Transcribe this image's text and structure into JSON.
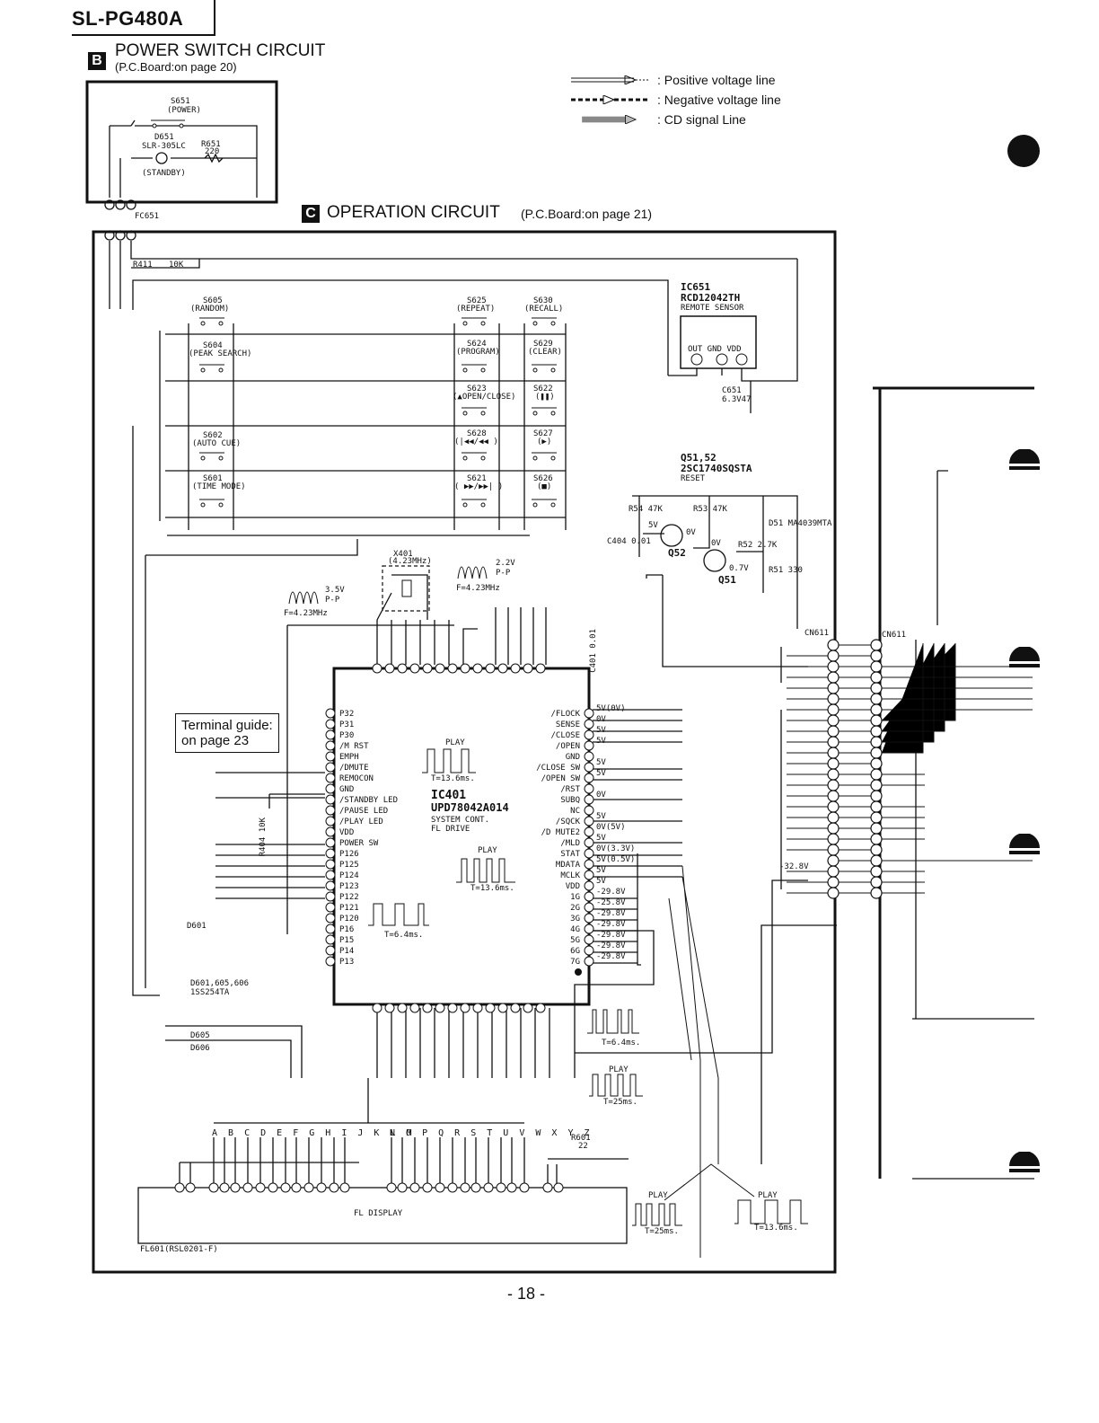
{
  "header": {
    "model": "SL-PG480A"
  },
  "section_b": {
    "badge": "B",
    "title": "POWER SWITCH CIRCUIT",
    "subtitle": "(P.C.Board:on page 20)",
    "s651": "S651",
    "s651_name": "(POWER)",
    "d651": "D651",
    "d651_part": "SLR-305LC",
    "r651": "R651",
    "r651_val": "220",
    "standby": "(STANDBY)",
    "fc651": "FC651"
  },
  "legend": [
    {
      "label": ": Positive voltage line",
      "style": "positive"
    },
    {
      "label": ": Negative voltage line",
      "style": "negative"
    },
    {
      "label": ": CD signal Line",
      "style": "cd"
    }
  ],
  "section_c": {
    "badge": "C",
    "title": "OPERATION CIRCUIT",
    "subtitle": "(P.C.Board:on page 21)"
  },
  "r411": {
    "name": "R411",
    "value": "10K"
  },
  "switches": [
    {
      "ref": "S605",
      "name": "(RANDOM)"
    },
    {
      "ref": "S604",
      "name": "(PEAK SEARCH)"
    },
    {
      "ref": "S602",
      "name": "(AUTO CUE)"
    },
    {
      "ref": "S601",
      "name": "(TIME MODE)"
    },
    {
      "ref": "S625",
      "name": "(REPEAT)"
    },
    {
      "ref": "S624",
      "name": "(PROGRAM)"
    },
    {
      "ref": "S623",
      "name": "(▲OPEN/CLOSE)"
    },
    {
      "ref": "S628",
      "name": "(|◀◀/◀◀ )"
    },
    {
      "ref": "S621",
      "name": "( ▶▶/▶▶| )"
    },
    {
      "ref": "S630",
      "name": "(RECALL)"
    },
    {
      "ref": "S629",
      "name": "(CLEAR)"
    },
    {
      "ref": "S622",
      "name": "(❚❚)"
    },
    {
      "ref": "S627",
      "name": "(▶)"
    },
    {
      "ref": "S626",
      "name": "(■)"
    }
  ],
  "ic651": {
    "ref": "IC651",
    "part": "RCD12042TH",
    "desc": "REMOTE SENSOR",
    "pins": "OUT GND VDD",
    "c651": "C651",
    "c651_val": "6.3V47"
  },
  "q51": {
    "ref": "Q51,52",
    "part": "2SC1740SQSTA",
    "desc": "RESET",
    "r54": "R54 47K",
    "r53": "R53 47K",
    "d51": "D51 MA4039MTA",
    "c404": "C404 0.01",
    "r52": "R52 2.7K",
    "r51": "R51 330",
    "q52_label": "Q52",
    "q51_label": "Q51",
    "v_5": "5V",
    "v_0": "0V",
    "v_07": "0.7V"
  },
  "x401": {
    "ref": "X401",
    "freq": "(4.23MHz)",
    "wave_l": "3.5V P-P",
    "f_l": "F=4.23MHz",
    "wave_r": "2.2V P-P",
    "f_r": "F=4.23MHz"
  },
  "ic401": {
    "ref": "IC401",
    "part": "UPD78042A014",
    "desc1": "SYSTEM CONT.",
    "desc2": "FL DRIVE",
    "play_top": "PLAY",
    "play_mid": "PLAY",
    "t1": "T=13.6ms.",
    "t2": "T=13.6ms.",
    "t3": "T=6.4ms.",
    "c401": "C401 0.01"
  },
  "terminal_guide": {
    "line1": "Terminal guide:",
    "line2": "on page 23"
  },
  "left_pins": [
    "P32",
    "P31",
    "P30",
    "/M RST",
    "EMPH",
    "/DMUTE",
    "REMOCON",
    "GND",
    "/STANDBY LED",
    "/PAUSE LED",
    "/PLAY LED",
    "VDD",
    "POWER SW",
    "P126",
    "P125",
    "P124",
    "P123",
    "P122",
    "P121",
    "P120",
    "P16",
    "P15",
    "P14",
    "P13"
  ],
  "right_pins": [
    "/FLOCK",
    "SENSE",
    "/CLOSE",
    "/OPEN",
    "GND",
    "/CLOSE SW",
    "/OPEN SW",
    "/RST",
    "SUBQ",
    "NC",
    "/SQCK",
    "/D MUTE2",
    "/MLD",
    "STAT",
    "MDATA",
    "MCLK",
    "VDD",
    "1G",
    "2G",
    "3G",
    "4G",
    "5G",
    "6G",
    "7G"
  ],
  "right_voltages": [
    "5V(0V)",
    "0V",
    "5V",
    "5V",
    "",
    "5V",
    "5V",
    "",
    "0V",
    "",
    "5V",
    "0V(5V)",
    "5V",
    "0V(3.3V)",
    "5V(0.5V)",
    "5V",
    "5V",
    "-29.8V",
    "-25.8V",
    "-29.8V",
    "-29.8V",
    "-29.8V",
    "-29.8V",
    "-29.8V"
  ],
  "d601": {
    "ref": "D601",
    "group": "D601,605,606",
    "part": "1SS254TA",
    "d605": "D605",
    "d606": "D606"
  },
  "r404": "R404 10K",
  "cn611": {
    "left": "CN611",
    "right": "CN611"
  },
  "fl": {
    "display": "FL DISPLAY",
    "part": "FL601(RSL0201-F)",
    "r601": "R601",
    "r601_val": "22"
  },
  "fl_letters_left": "A B C D E F G H I J K L M",
  "fl_letters_right": "N O P Q R S T U V W X Y Z",
  "bottom_waves": {
    "play_a": "PLAY",
    "t_a": "T=25ms.",
    "play_b": "PLAY",
    "t_b": "T=25ms.",
    "play_c": "PLAY",
    "t_c": "T=13.6ms.",
    "t_d": "T=6.4ms."
  },
  "voltage_32": "-32.8V",
  "page": "- 18 -"
}
